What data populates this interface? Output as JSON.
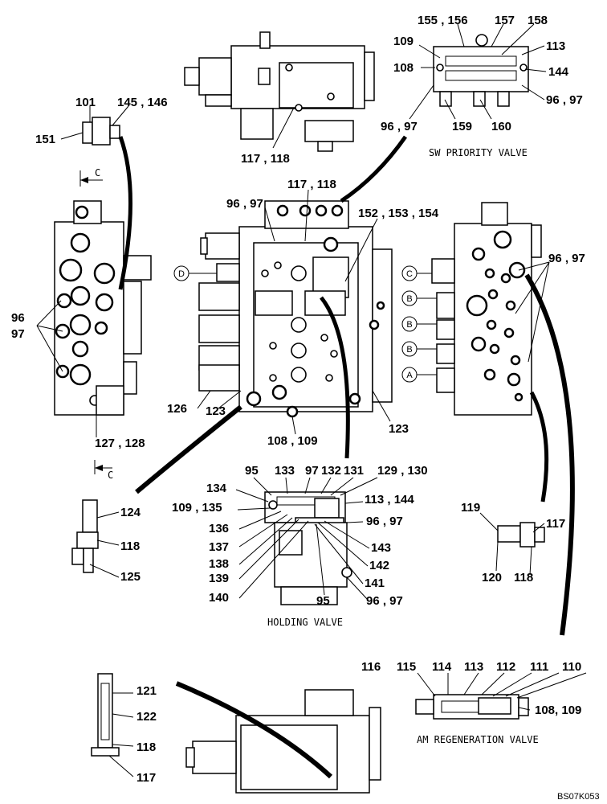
{
  "drawing_code": "BS07K053",
  "captions": {
    "sw_priority": "SW PRIORITY VALVE",
    "holding": "HOLDING VALVE",
    "am_regeneration": "AM REGENERATION VALVE"
  },
  "port_markers": {
    "c": "C",
    "d": "D",
    "b": "B",
    "a": "A"
  },
  "labels": {
    "l_155_156": "155 , 156",
    "l_157": "157",
    "l_158": "158",
    "l_109_a": "109",
    "l_113_a": "113",
    "l_108_a": "108",
    "l_144": "144",
    "l_96_97_a": "96 , 97",
    "l_96_97_b": "96 , 97",
    "l_159": "159",
    "l_160": "160",
    "l_101": "101",
    "l_145_146": "145 , 146",
    "l_151": "151",
    "l_117_118_a": "117 , 118",
    "l_117_118_b": "117 , 118",
    "l_96_97_c": "96 , 97",
    "l_152_153_154": "152 , 153 , 154",
    "l_96_97_d": "96 , 97",
    "l_96": "96",
    "l_97": "97",
    "l_126": "126",
    "l_123_a": "123",
    "l_123_b": "123",
    "l_127_128": "127 , 128",
    "l_108_109_a": "108 , 109",
    "l_95_a": "95",
    "l_133": "133",
    "l_97_b": "97",
    "l_132": "132",
    "l_131": "131",
    "l_129_130": "129 , 130",
    "l_134": "134",
    "l_109_135": "109 , 135",
    "l_113_144": "113 , 144",
    "l_136": "136",
    "l_96_97_e": "96 , 97",
    "l_137": "137",
    "l_143": "143",
    "l_138": "138",
    "l_142": "142",
    "l_139": "139",
    "l_141": "141",
    "l_140": "140",
    "l_95_b": "95",
    "l_96_97_f": "96 , 97",
    "l_124": "124",
    "l_118_a": "118",
    "l_125": "125",
    "l_119": "119",
    "l_117_a": "117",
    "l_120": "120",
    "l_118_b": "118",
    "l_116": "116",
    "l_115": "115",
    "l_114": "114",
    "l_113_b": "113",
    "l_112": "112",
    "l_111": "111",
    "l_110": "110",
    "l_108_109_b": "108, 109",
    "l_121": "121",
    "l_122": "122",
    "l_118_c": "118",
    "l_117_b": "117"
  }
}
